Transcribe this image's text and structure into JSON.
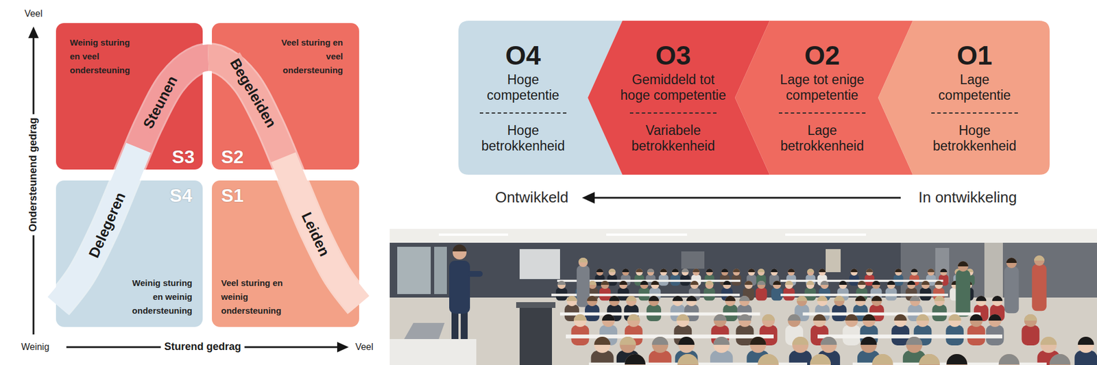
{
  "diagram": {
    "nodes": [
      {
        "text": [
          "Weinig sturing en veel ondersteuning",
          "S3"
        ]
      },
      {
        "text": [
          "Veel sturing en veel ondersteuning",
          "S2"
        ]
      },
      {
        "text": [
          "Weinig sturing en weinig ondersteuning",
          "S4"
        ]
      },
      {
        "text": [
          "Veel sturing en weinig ondersteuning",
          "S1"
        ]
      },
      {
        "text": [
          "O4",
          "Hoge competentie",
          "Hoge betrokkenheid"
        ]
      },
      {
        "text": [
          "O3",
          "Gemiddeld tot hoge competentie",
          "Variabele betrokkenheid"
        ]
      },
      {
        "text": [
          "O2",
          "Lage tot enige competentie",
          "Lage betrokkenheid"
        ]
      },
      {
        "text": [
          "O1",
          "Lage competentie",
          "Hoge betrokkenheid"
        ]
      }
    ],
    "labels": [
      "Veel",
      "Ondersteunend gedrag",
      "Weinig",
      "Sturend gedrag",
      "Veel",
      "Delegeren",
      "Steunen",
      "Begeleiden",
      "Leiden",
      "Ontwikkeld",
      "In ontwikkeling"
    ]
  }
}
